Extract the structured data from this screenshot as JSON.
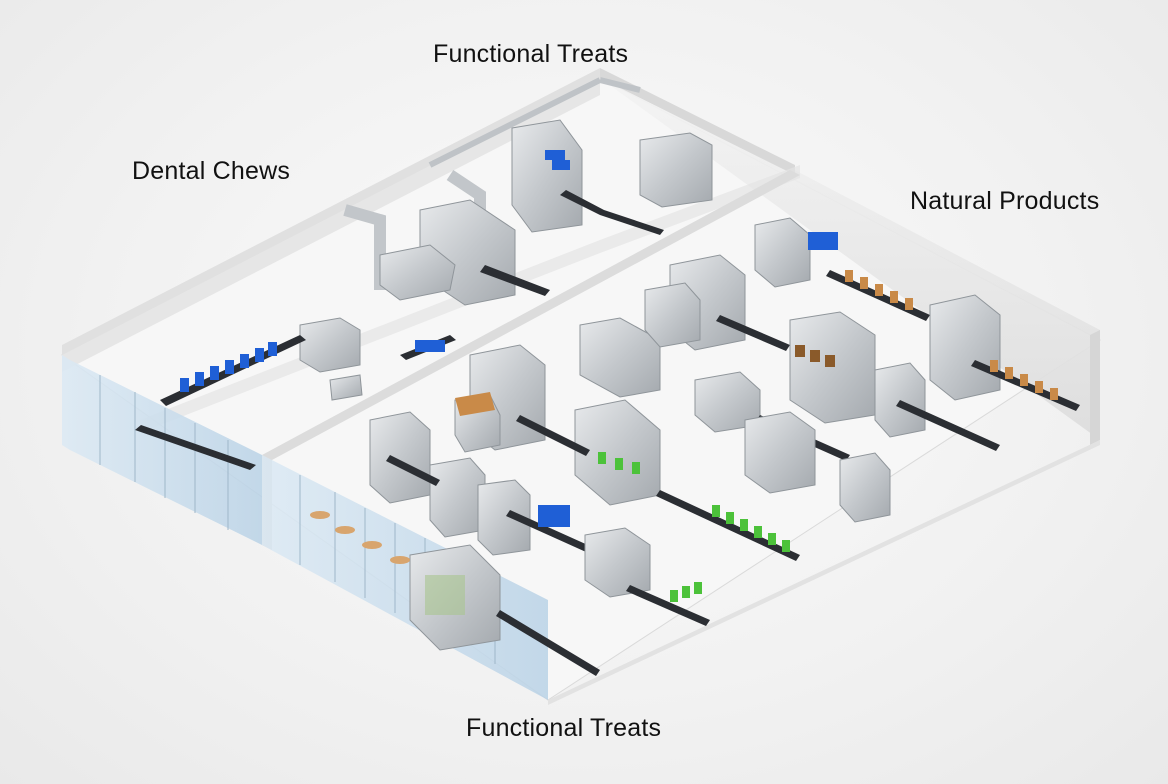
{
  "zones": {
    "functional_treats_top": "Functional Treats",
    "dental_chews": "Dental Chews",
    "natural_products": "Natural Products",
    "functional_treats_bottom": "Functional Treats"
  },
  "colors": {
    "floor": "#f6f6f6",
    "wall": "#fafafa",
    "wall_shade": "#e4e4e4",
    "steel": "#c8ccd0",
    "steel_dark": "#9aa0a6",
    "belt": "#2b2e33",
    "glass": "#cfe3f2",
    "dental_pack": "#1f5fd6",
    "functional_pack": "#4cc23a",
    "natural_pack": "#c98a48"
  },
  "icons": [
    "conveyor-icon",
    "machine-icon",
    "duct-icon",
    "cabinet-icon"
  ]
}
